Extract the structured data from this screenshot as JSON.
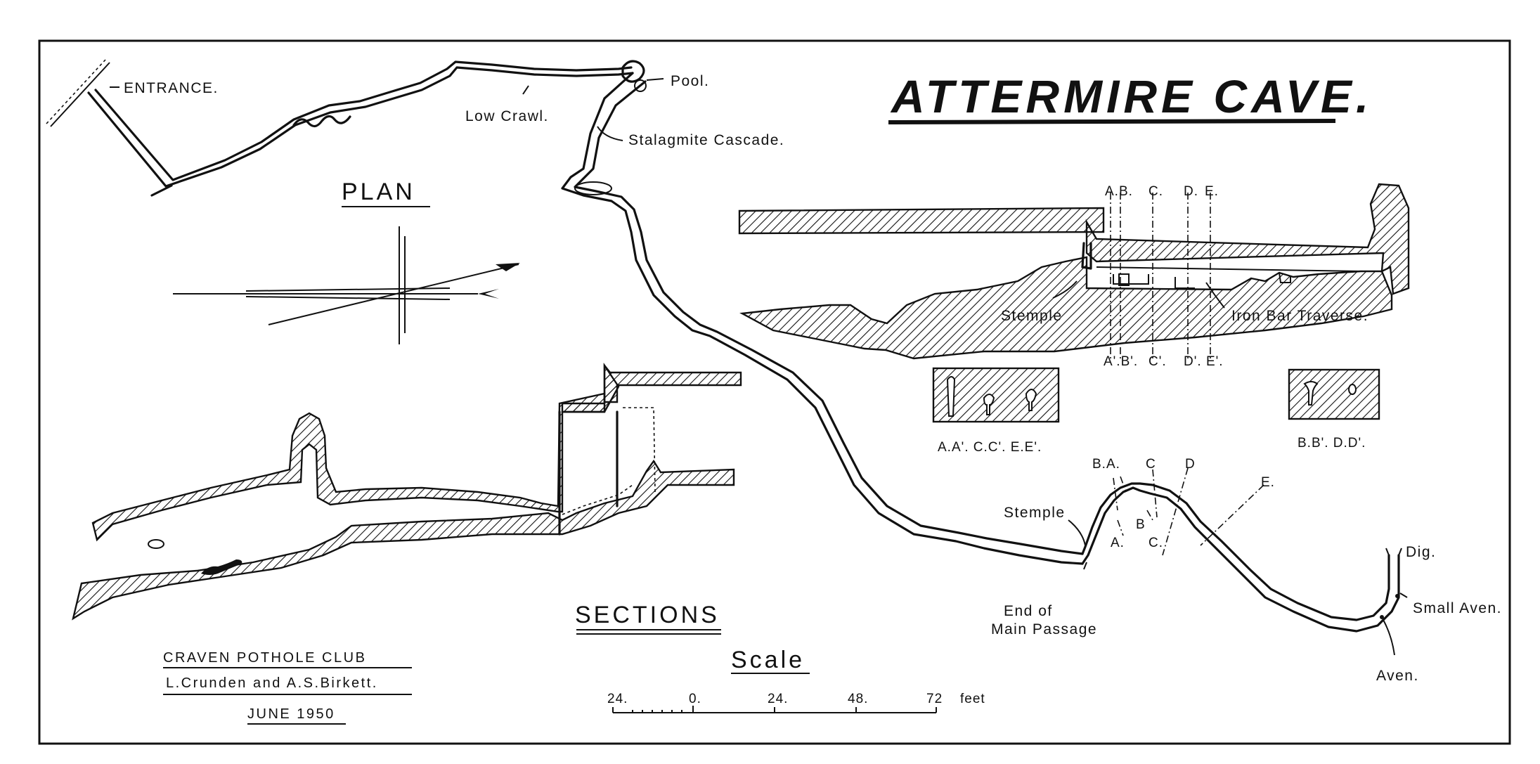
{
  "title": "ATTERMIRE CAVE.",
  "headings": {
    "plan": "PLAN",
    "sections": "SECTIONS",
    "scale": "Scale"
  },
  "plan_labels": {
    "entrance": "ENTRANCE.",
    "pool": "Pool.",
    "low_crawl": "Low Crawl.",
    "stalagmite_cascade": "Stalagmite Cascade.",
    "stemple": "Stemple",
    "end_main_1": "End of",
    "end_main_2": "Main Passage",
    "dig": "Dig.",
    "small_aven": "Small Aven.",
    "aven": "Aven."
  },
  "plan_section_marks": {
    "b_a": "B.A.",
    "c": "C",
    "d": "D",
    "e": "E.",
    "a_prime": "A.",
    "b": "B",
    "c_prime": "C."
  },
  "section_labels": {
    "stemple": "Stemple",
    "iron_bar": "Iron Bar Traverse."
  },
  "section_marks": {
    "top": [
      "A.B.",
      "C.",
      "D.",
      "E."
    ],
    "bottom": [
      "A'.B'.",
      "C'.",
      "D'.",
      "E'."
    ]
  },
  "cross_sections": {
    "group1": "A.A'. C.C'. E.E'.",
    "group2": "B.B'. D.D'."
  },
  "credits": {
    "club": "CRAVEN POTHOLE CLUB",
    "authors": "L.Crunden and A.S.Birkett.",
    "date": "JUNE 1950"
  },
  "scale_bar": {
    "ticks": [
      "24.",
      "0.",
      "24.",
      "48.",
      "72"
    ],
    "unit": "feet"
  }
}
